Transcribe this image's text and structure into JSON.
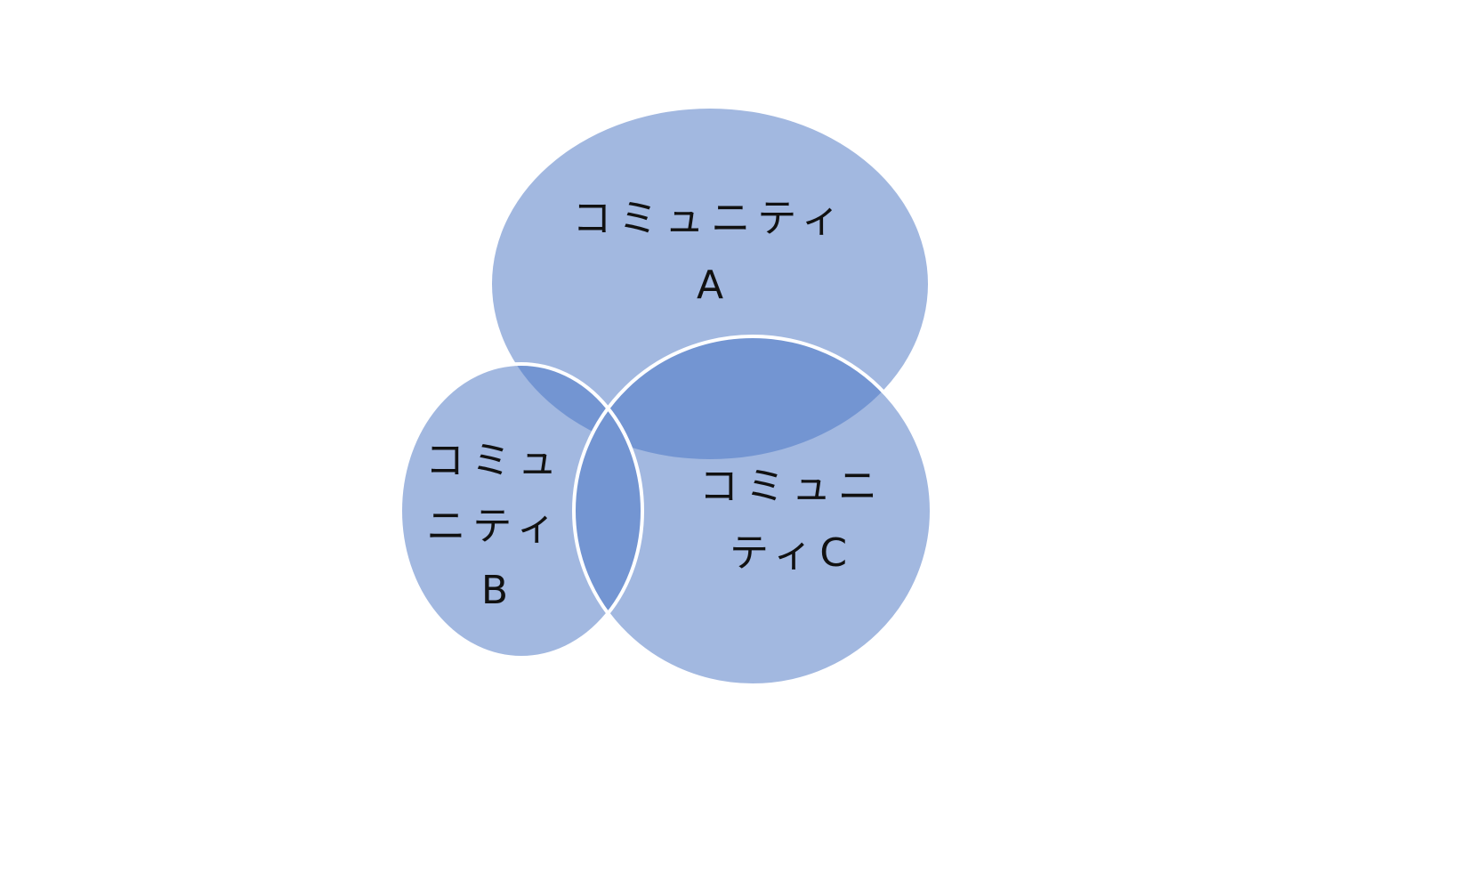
{
  "diagram": {
    "type": "venn",
    "colors": {
      "fill": "#A2B8E0",
      "overlap": "#7395D2",
      "outline": "#ffffff",
      "text": "#111111"
    },
    "sets": [
      {
        "id": "A",
        "label_lines": [
          "コミュニティ",
          "A"
        ]
      },
      {
        "id": "B",
        "label_lines": [
          "コミュ",
          "ニティ",
          "B"
        ]
      },
      {
        "id": "C",
        "label_lines": [
          "コミュニ",
          "ティC"
        ]
      }
    ]
  }
}
